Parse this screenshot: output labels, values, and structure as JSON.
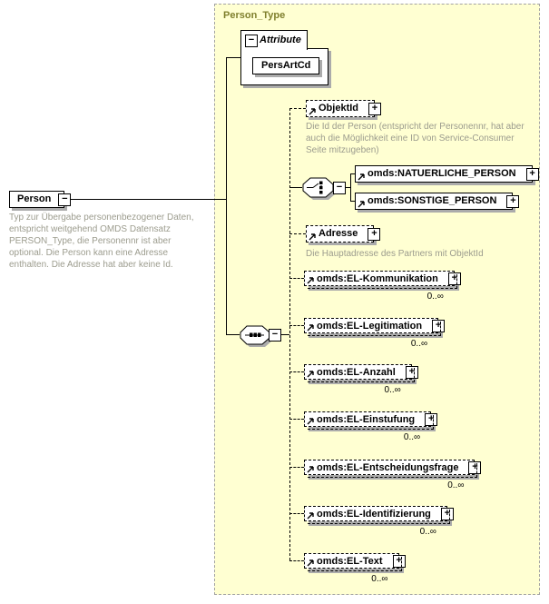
{
  "container_label": "Person_Type",
  "root_element": {
    "name": "Person",
    "annotation": "Typ zur Übergabe personenbezogener Daten, entspricht weitgehend OMDS Datensatz PERSON_Type, die Personennr ist aber optional. Die Person kann eine Adresse enthalten. Die Adresse hat aber keine Id."
  },
  "attribute_group": {
    "label": "Attribute",
    "attribute_name": "PersArtCd"
  },
  "children": [
    {
      "name": "ObjektId",
      "annotation": "Die Id der Person (entspricht der Personennr, hat aber auch die Möglichkeit eine ID von Service-Consumer Seite mitzugeben)"
    },
    {
      "name": "omds:NATUERLICHE_PERSON"
    },
    {
      "name": "omds:SONSTIGE_PERSON"
    },
    {
      "name": "Adresse",
      "annotation": "Die Hauptadresse des Partners mit ObjektId"
    },
    {
      "name": "omds:EL-Kommunikation",
      "occurs": "0..∞"
    },
    {
      "name": "omds:EL-Legitimation",
      "occurs": "0..∞"
    },
    {
      "name": "omds:EL-Anzahl",
      "occurs": "0..∞"
    },
    {
      "name": "omds:EL-Einstufung",
      "occurs": "0..∞"
    },
    {
      "name": "omds:EL-Entscheidungsfrage",
      "occurs": "0..∞"
    },
    {
      "name": "omds:EL-Identifizierung",
      "occurs": "0..∞"
    },
    {
      "name": "omds:EL-Text",
      "occurs": "0..∞"
    }
  ],
  "glyphs": {
    "collapse": "−",
    "expand": "+"
  },
  "colors": {
    "container_bg": "#FFFFD2",
    "container_label": "#7F7F2D",
    "annotation_text": "#9C9C8E",
    "shadow": "#ABABAB"
  }
}
